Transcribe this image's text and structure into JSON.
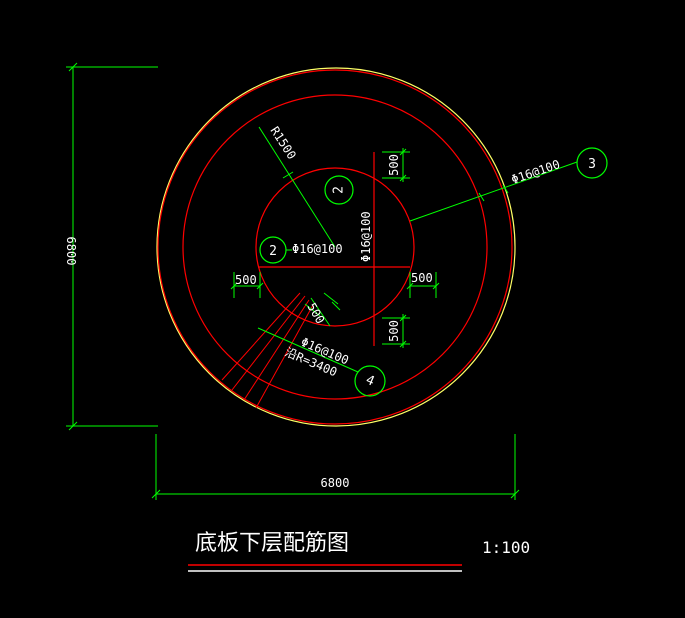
{
  "colors": {
    "background": "#000000",
    "dimension": "#00ff00",
    "rebar": "#ff0000",
    "outline": "#ffff66",
    "text": "#ffffff"
  },
  "dimensions": {
    "height": "6800",
    "width": "6800",
    "radius": "R1500",
    "left_offset": "500",
    "right_offset": "500",
    "top_offset": "500",
    "bottom_offset": "500",
    "lower_offset": "500"
  },
  "rebar_labels": {
    "center_horizontal": "Φ16@100",
    "center_vertical": "Φ16@100",
    "ring": "Φ16@100",
    "radial_spacing": "Φ16@100",
    "radial_radius": "沿R=3400"
  },
  "markers": {
    "top_center": "2",
    "left_center": "2",
    "ring": "3",
    "radial": "4"
  },
  "title": {
    "name": "底板下层配筋图",
    "scale": "1:100"
  }
}
